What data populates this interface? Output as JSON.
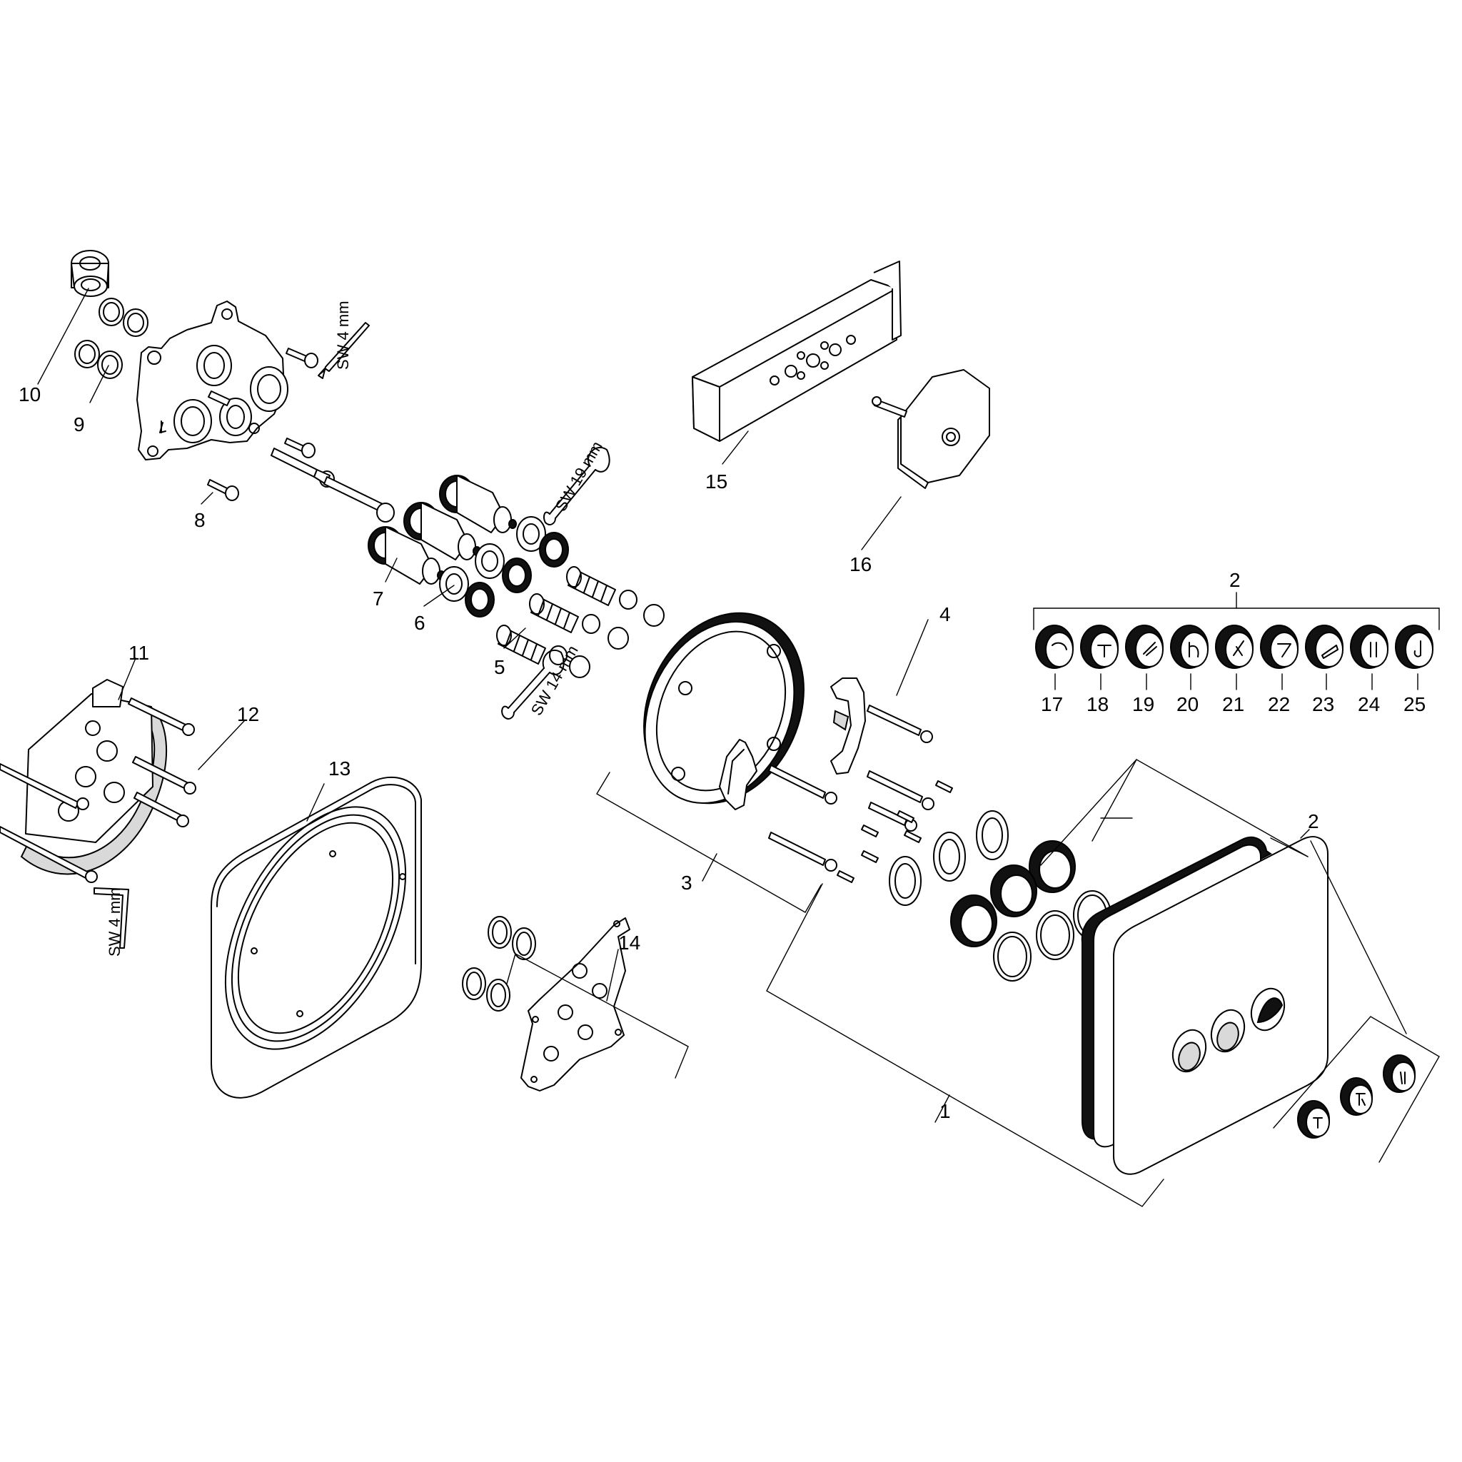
{
  "diagram": {
    "callouts": {
      "c1": "1",
      "c2a": "2",
      "c2b": "2",
      "c3": "3",
      "c4": "4",
      "c5": "5",
      "c6": "6",
      "c7": "7",
      "c8": "8",
      "c9": "9",
      "c10": "10",
      "c11": "11",
      "c12": "12",
      "c13": "13",
      "c14": "14",
      "c15": "15",
      "c16": "16",
      "c17": "17",
      "c18": "18",
      "c19": "19",
      "c20": "20",
      "c21": "21",
      "c22": "22",
      "c23": "23",
      "c24": "24",
      "c25": "25"
    },
    "tool_labels": {
      "hex_key_top": "SW 4 mm",
      "wrench_19": "SW 19 mm",
      "wrench_14": "SW 14 mm",
      "hex_key_bottom": "SW 4 mm"
    },
    "colors": {
      "line": "#000000",
      "background": "#ffffff",
      "fill_dark": "#111111",
      "fill_grey": "#d9d9d9"
    }
  }
}
